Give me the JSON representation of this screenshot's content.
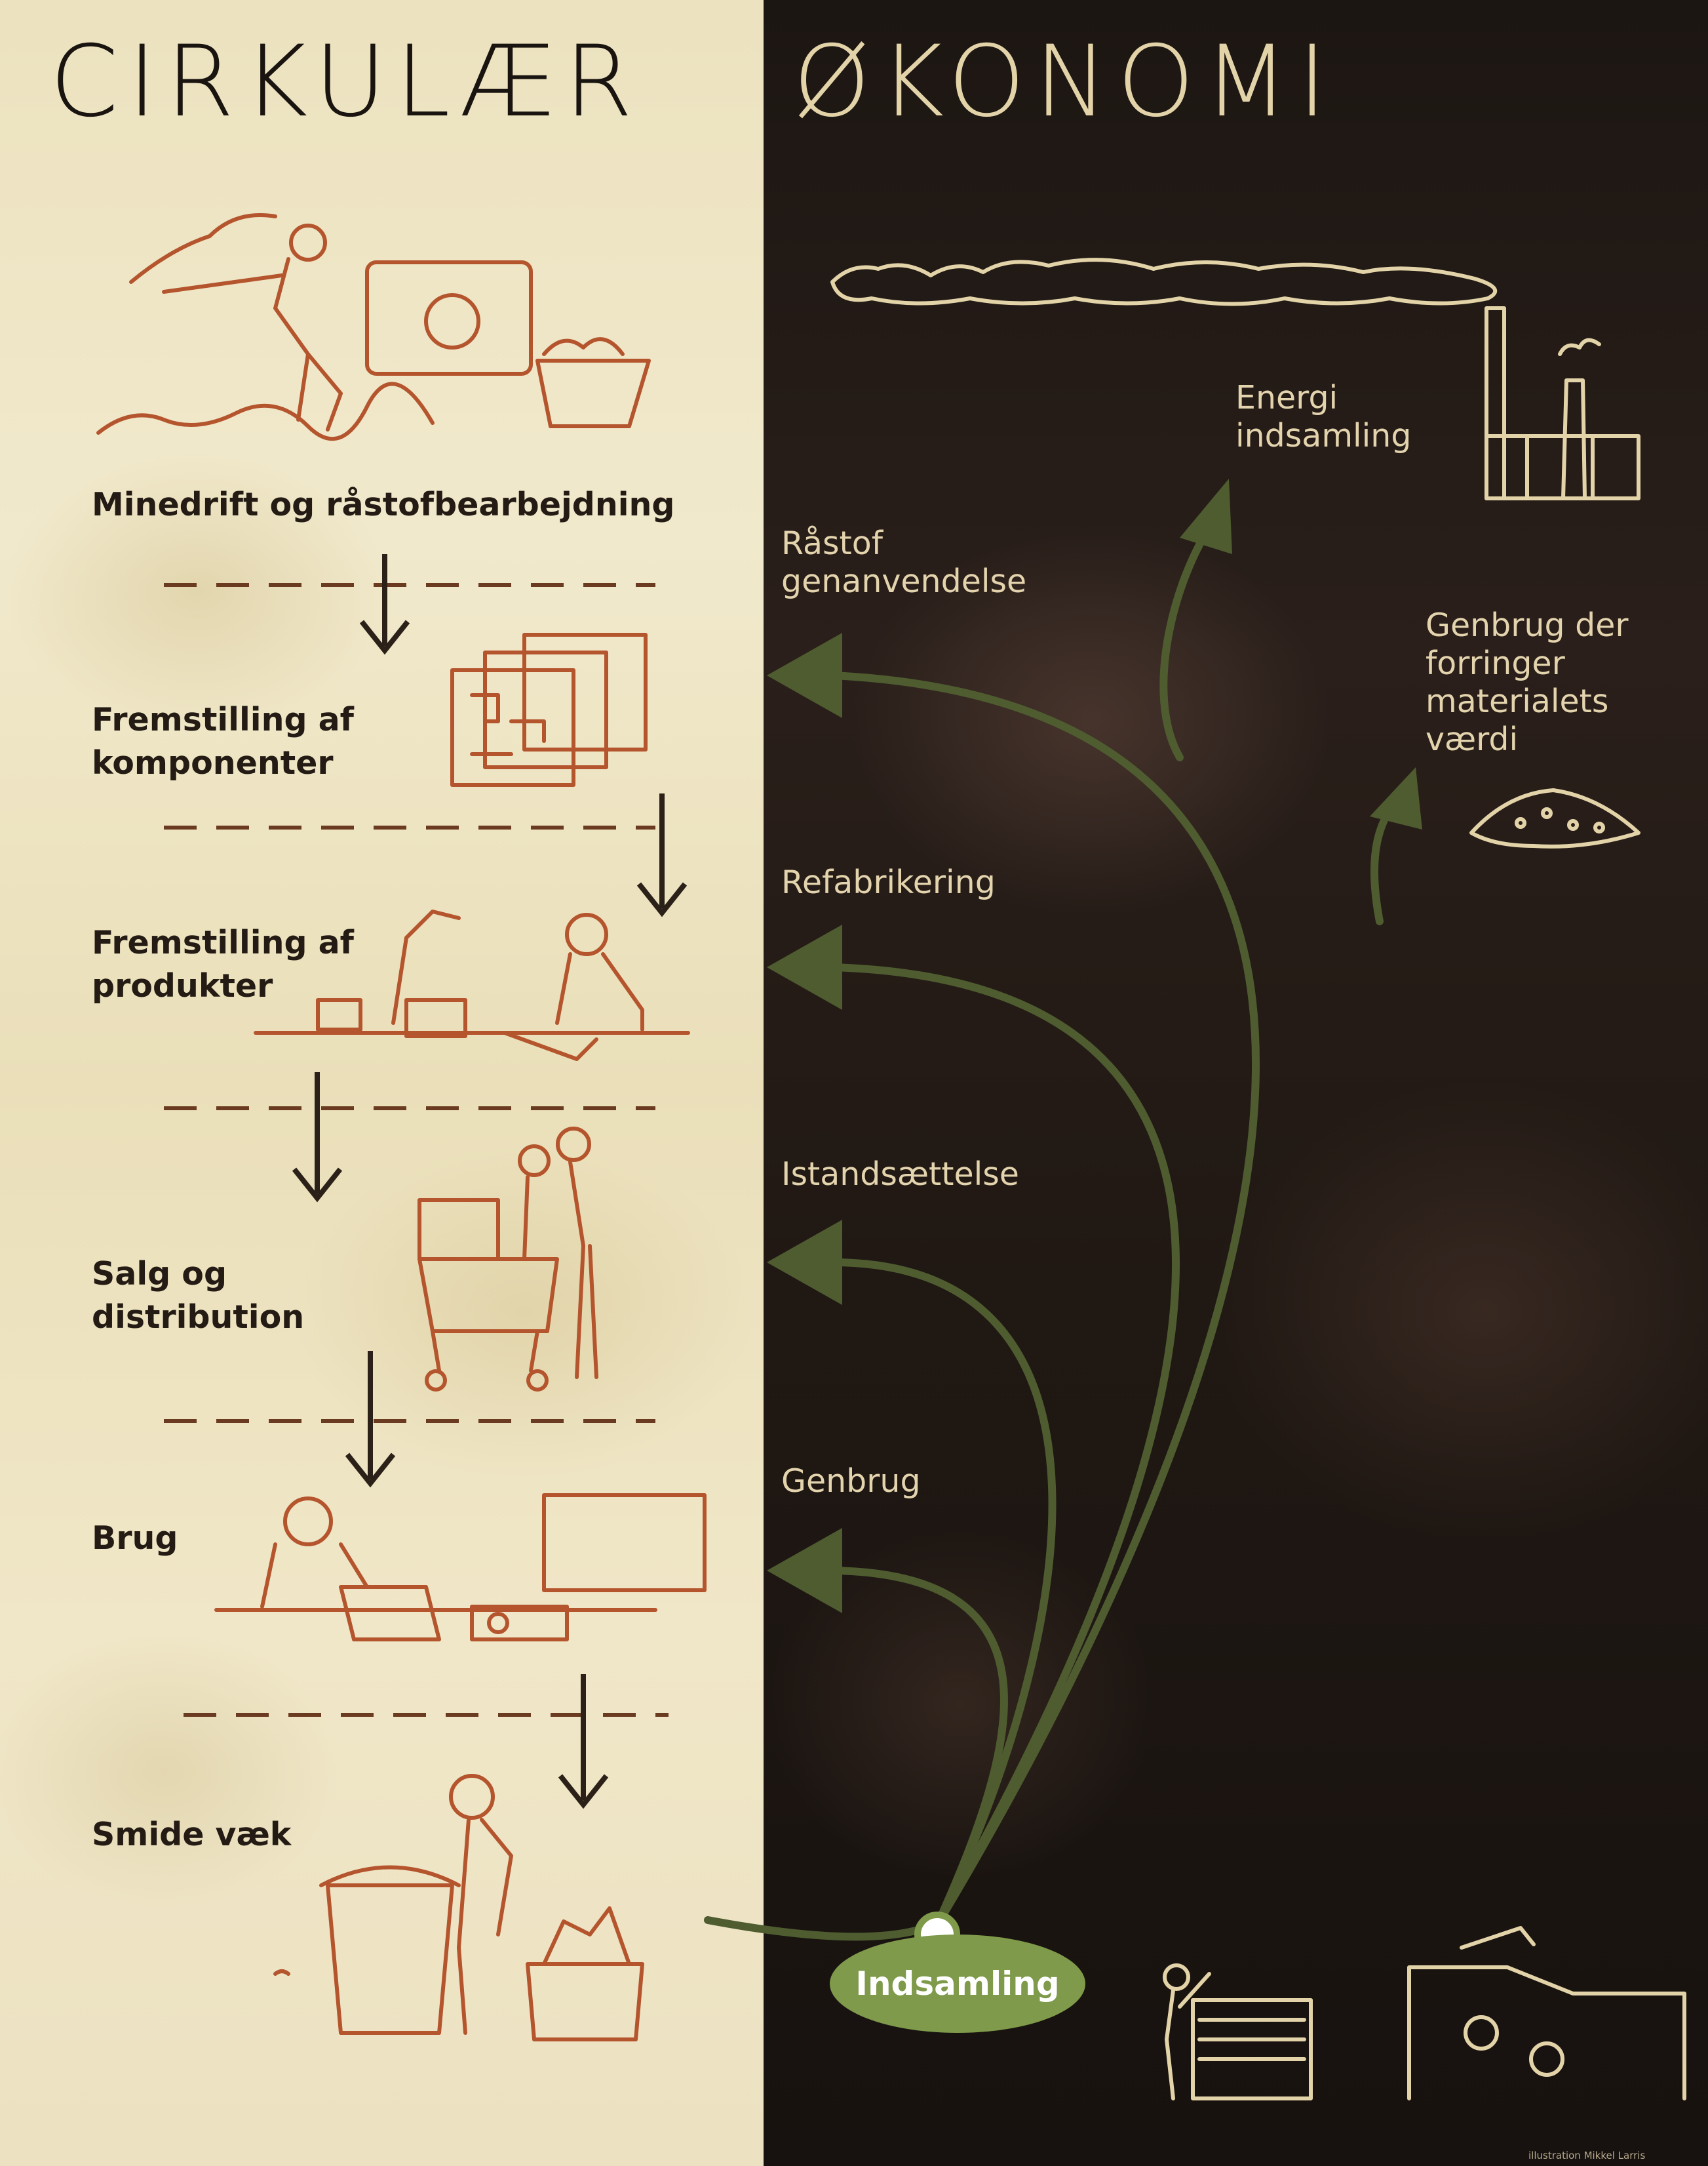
{
  "title": {
    "left_word": "CIRKULÆR",
    "right_word": "ØKONOMI"
  },
  "linear_stages": [
    {
      "id": "mining",
      "lines": [
        "Minedrift og råstofbearbejdning"
      ]
    },
    {
      "id": "components",
      "lines": [
        "Fremstilling af",
        "komponenter"
      ]
    },
    {
      "id": "products",
      "lines": [
        "Fremstilling af",
        "produkter"
      ]
    },
    {
      "id": "sales",
      "lines": [
        "Salg og",
        "distribution"
      ]
    },
    {
      "id": "use",
      "lines": [
        "Brug"
      ]
    },
    {
      "id": "discard",
      "lines": [
        "Smide væk"
      ]
    }
  ],
  "circular_paths": {
    "raw_material": [
      "Råstof",
      "genanvendelse"
    ],
    "energy": [
      "Energi",
      "indsamling"
    ],
    "downcycling": [
      "Genbrug der",
      "forringer",
      "materialets",
      "værdi"
    ],
    "remanufacturing": [
      "Refabrikering"
    ],
    "refurbishment": [
      "Istandsættelse"
    ],
    "reuse": [
      "Genbrug"
    ]
  },
  "collection_node": {
    "label": "Indsamling"
  },
  "credit": "illustration Mikkel Larris",
  "colors": {
    "left_background": "#ede3c2",
    "right_background": "#1f1814",
    "rust_illustration": "#b4552e",
    "cream_illustration": "#e3d3a8",
    "green_arrows": "#4e5c30",
    "collection_node": "#7e9a4a",
    "dark_text": "#231b14"
  }
}
